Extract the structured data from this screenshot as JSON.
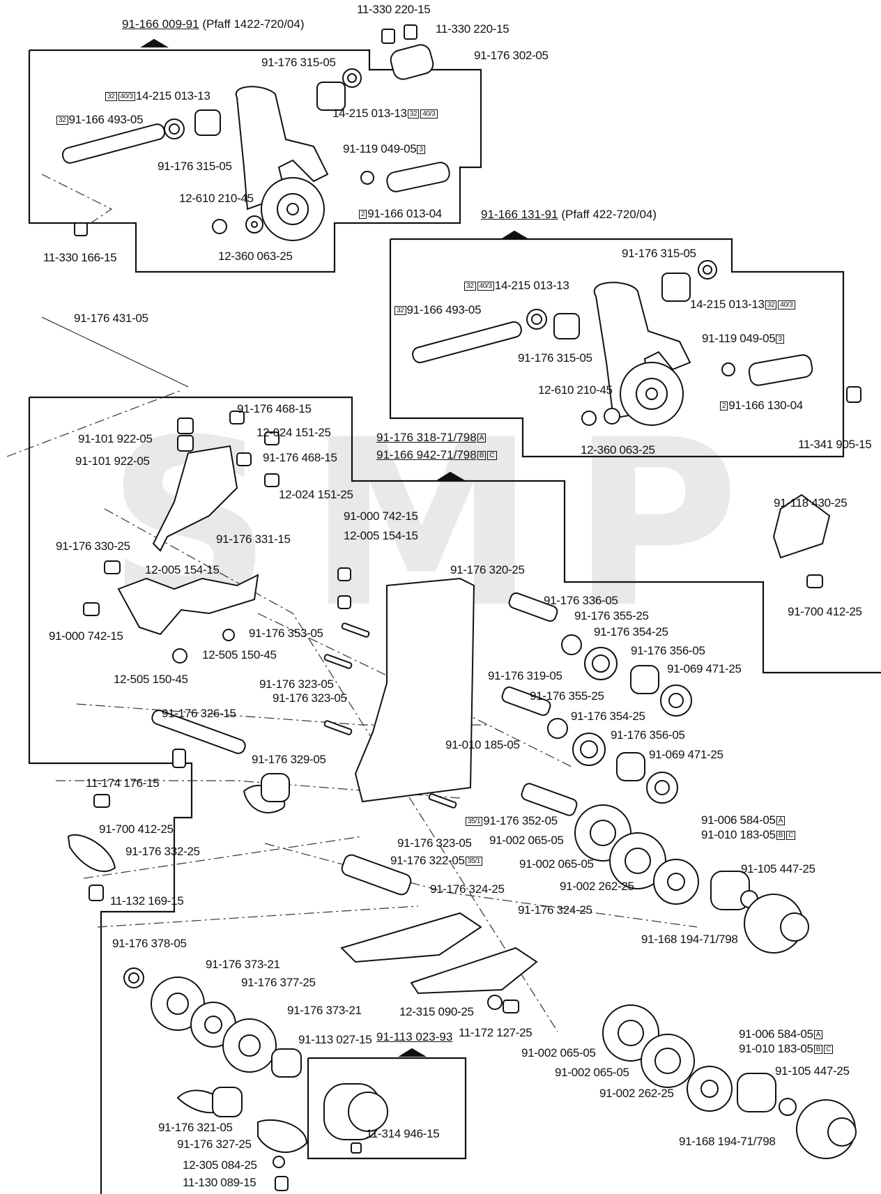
{
  "watermark": "SMP",
  "headers": [
    {
      "number": "91-166 009-91",
      "suffix": " (Pfaff 1422-720/04)"
    },
    {
      "number": "91-166 131-91",
      "suffix": " (Pfaff 422-720/04)"
    },
    {
      "number": "91-176 318-71/798",
      "badges": [
        "A"
      ]
    },
    {
      "number": "91-166 942-71/798",
      "badges": [
        "B",
        "C"
      ]
    },
    {
      "number": "91-113 023-93"
    }
  ],
  "labels": [
    {
      "text": "11-330 220-15"
    },
    {
      "text": "11-330 220-15"
    },
    {
      "text": "91-176 302-05"
    },
    {
      "text": "91-176 315-05"
    },
    {
      "text": "14-215 013-13",
      "pre": [
        "32",
        "40/3"
      ]
    },
    {
      "text": "91-166 493-05",
      "pre": [
        "32"
      ]
    },
    {
      "text": "14-215 013-13",
      "post": [
        "32",
        "40/3"
      ]
    },
    {
      "text": "91-119 049-05",
      "post": [
        "3"
      ]
    },
    {
      "text": "91-176 315-05"
    },
    {
      "text": "12-610 210-45"
    },
    {
      "text": "91-166 013-04",
      "pre": [
        "2"
      ]
    },
    {
      "text": "12-360 063-25"
    },
    {
      "text": "11-330 166-15"
    },
    {
      "text": "91-176 315-05"
    },
    {
      "text": "14-215 013-13",
      "pre": [
        "32",
        "40/3"
      ]
    },
    {
      "text": "91-166 493-05",
      "pre": [
        "32"
      ]
    },
    {
      "text": "14-215 013-13",
      "post": [
        "32",
        "40/3"
      ]
    },
    {
      "text": "91-119 049-05",
      "post": [
        "3"
      ]
    },
    {
      "text": "91-176 315-05"
    },
    {
      "text": "12-610 210-45"
    },
    {
      "text": "91-166 130-04",
      "pre": [
        "2"
      ]
    },
    {
      "text": "12-360 063-25"
    },
    {
      "text": "11-341 905-15"
    },
    {
      "text": "91-176 431-05"
    },
    {
      "text": "91-176 468-15"
    },
    {
      "text": "91-101 922-05"
    },
    {
      "text": "12-024 151-25"
    },
    {
      "text": "91-101 922-05"
    },
    {
      "text": "91-176 468-15"
    },
    {
      "text": "12-024 151-25"
    },
    {
      "text": "91-176 331-15"
    },
    {
      "text": "91-000 742-15"
    },
    {
      "text": "91-176 330-25"
    },
    {
      "text": "12-005 154-15"
    },
    {
      "text": "12-005 154-15"
    },
    {
      "text": "91-176 320-25"
    },
    {
      "text": "91-118 430-25"
    },
    {
      "text": "91-176 336-05"
    },
    {
      "text": "91-700 412-25"
    },
    {
      "text": "91-000 742-15"
    },
    {
      "text": "91-176 353-05"
    },
    {
      "text": "91-176 355-25"
    },
    {
      "text": "12-505 150-45"
    },
    {
      "text": "91-176 354-25"
    },
    {
      "text": "91-176 356-05"
    },
    {
      "text": "12-505 150-45"
    },
    {
      "text": "91-176 323-05"
    },
    {
      "text": "91-069 471-25"
    },
    {
      "text": "91-176 323-05"
    },
    {
      "text": "91-176 319-05"
    },
    {
      "text": "91-176 355-25"
    },
    {
      "text": "91-176 326-15"
    },
    {
      "text": "91-176 354-25"
    },
    {
      "text": "91-010 185-05"
    },
    {
      "text": "91-176 356-05"
    },
    {
      "text": "91-069 471-25"
    },
    {
      "text": "91-176 329-05"
    },
    {
      "text": "11-174 176-15"
    },
    {
      "text": "91-700 412-25"
    },
    {
      "text": "91-176 352-05",
      "pre": [
        "35/1"
      ]
    },
    {
      "text": "91-006 584-05",
      "post": [
        "A"
      ]
    },
    {
      "text": "91-010 183-05",
      "post": [
        "B",
        "C"
      ]
    },
    {
      "text": "91-176 332-25"
    },
    {
      "text": "91-002 065-05"
    },
    {
      "text": "91-176 323-05"
    },
    {
      "text": "91-002 065-05"
    },
    {
      "text": "91-105 447-25"
    },
    {
      "text": "91-176 322-05",
      "post": [
        "35/1"
      ]
    },
    {
      "text": "91-002 262-25"
    },
    {
      "text": "11-132 169-15"
    },
    {
      "text": "91-176 324-25"
    },
    {
      "text": "91-168 194-71/798"
    },
    {
      "text": "91-176 324-25"
    },
    {
      "text": "91-176 378-05"
    },
    {
      "text": "91-176 373-21"
    },
    {
      "text": "91-176 377-25"
    },
    {
      "text": "12-315 090-25"
    },
    {
      "text": "91-176 373-21"
    },
    {
      "text": "11-172 127-25"
    },
    {
      "text": "91-113 027-15"
    },
    {
      "text": "91-006 584-05",
      "post": [
        "A"
      ]
    },
    {
      "text": "91-010 183-05",
      "post": [
        "B",
        "C"
      ]
    },
    {
      "text": "91-002 065-05"
    },
    {
      "text": "91-105 447-25"
    },
    {
      "text": "91-002 065-05"
    },
    {
      "text": "91-002 262-25"
    },
    {
      "text": "91-176 321-05"
    },
    {
      "text": "11-314 946-15"
    },
    {
      "text": "91-176 327-25"
    },
    {
      "text": "91-168 194-71/798"
    },
    {
      "text": "12-305 084-25"
    },
    {
      "text": "11-130 089-15"
    }
  ]
}
